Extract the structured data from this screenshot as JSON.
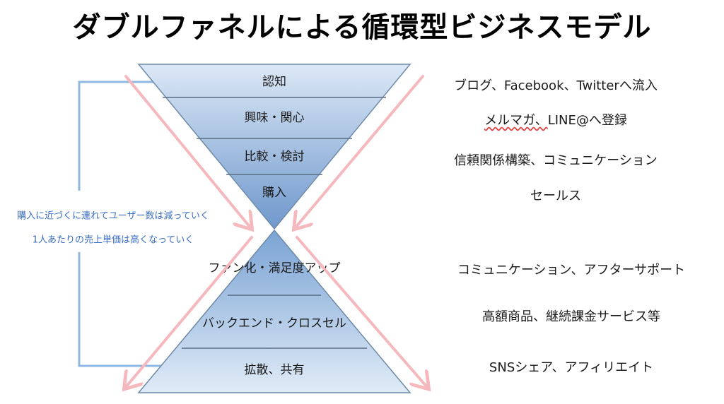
{
  "title": "ダブルファネルによる循環型ビジネスモデル",
  "top_funnel": {
    "stages": [
      "認知",
      "興味・関心",
      "比較・検討",
      "購入"
    ]
  },
  "bottom_funnel": {
    "stages": [
      "ファン化・満足度アップ",
      "バックエンド・クロスセル",
      "拡散、共有"
    ]
  },
  "descriptions": {
    "top": [
      "ブログ、Facebook、Twitterへ流入",
      "LINE@へ登録",
      "信頼関係構築、コミュニケーション",
      "セールス"
    ],
    "top_prefix_2": "メルマガ、",
    "bottom": [
      "コミュニケーション、アフターサポート",
      "高額商品、継続課金サービス等",
      "SNSシェア、アフィリエイト"
    ]
  },
  "notes": {
    "line1": "購入に近づくに連れてユーザー数は減っていく",
    "line2": "1人あたりの売上単価は高くなっていく"
  },
  "colors": {
    "funnel_light": "#dbe7f5",
    "funnel_dark": "#7fa5d3",
    "divider": "#5a6e85",
    "arrow_pink": "#f5b8bd",
    "arrow_blue": "#8fb8e3",
    "note_text": "#3b6fc4"
  }
}
